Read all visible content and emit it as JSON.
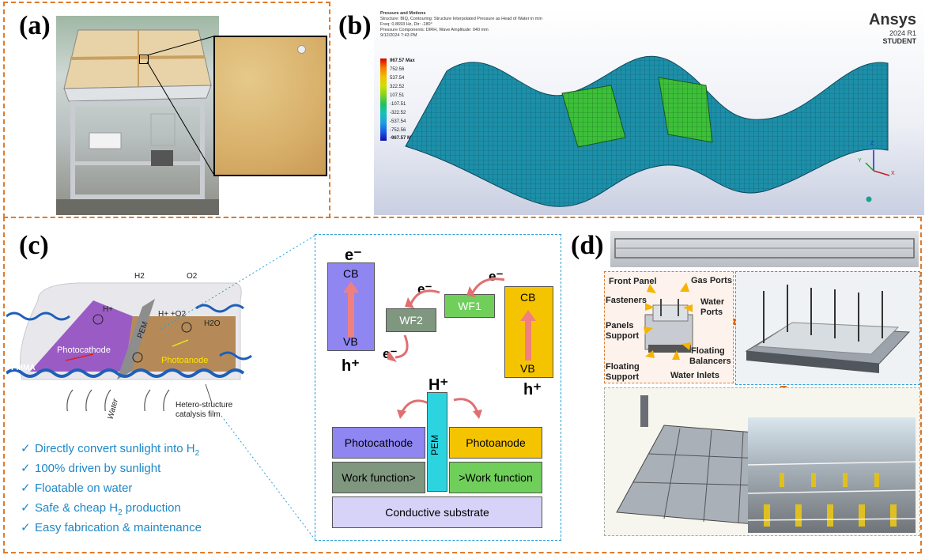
{
  "panel_labels": {
    "a": "(a)",
    "b": "(b)",
    "c": "(c)",
    "d": "(d)"
  },
  "panel_b": {
    "header_lines": [
      "Pressure and Motions",
      "Structure: BIQ, Contouring: Structure Interpolated Pressure as Head of Water in mm",
      "Freq: 0.8693 Hz, Dir: -180°",
      "Pressure Components: DIRH, Wave Amplitude: 040 mm",
      "9/12/2024 7:43 PM"
    ],
    "legend_values": [
      "967.57 Max",
      "752.56",
      "537.54",
      "322.52",
      "107.51",
      "-107.51",
      "-322.52",
      "-537.54",
      "-752.56",
      "-967.57 Min"
    ],
    "legend_colors": [
      "#d40000",
      "#f47b00",
      "#f0c000",
      "#cfe000",
      "#7ed321",
      "#20c060",
      "#18c0b8",
      "#1ea0e0",
      "#1a5ce0",
      "#1010b0"
    ],
    "brand": "Ansys",
    "version": "2024 R1",
    "edition": "STUDENT",
    "axes": {
      "z": "Z",
      "y": "Y",
      "x": "X"
    }
  },
  "panel_c_left": {
    "h2_label": "H2",
    "o2_label": "O2",
    "h_plus_left": "H+",
    "h_plus_right": "H+ +O2",
    "h2o": "H2O",
    "pem": "PEM",
    "photocathode": "Photocathode",
    "photoanode": "Photoanode",
    "pmma": "PMMA",
    "water": "Water",
    "film_line1": "Hetero-structure",
    "film_line2": "catalysis film",
    "bullets": [
      "Directly convert sunlight into H",
      "100% driven by sunlight",
      "Floatable on water",
      "Safe & cheap H",
      "Easy fabrication & maintenance"
    ],
    "bullet_subs": [
      "2",
      "",
      "",
      "2",
      ""
    ],
    "bullet_tails": [
      "",
      "",
      "",
      " production",
      ""
    ],
    "check": "✓"
  },
  "panel_c_right": {
    "e_minus": "e⁻",
    "h_plus": "h⁺",
    "cb": "CB",
    "vb": "VB",
    "wf1": "WF1",
    "wf2": "WF2",
    "h_plus_top": "H⁺",
    "pem": "PEM",
    "photocathode": "Photocathode",
    "photoanode": "Photoanode",
    "wf_left": "Work function>",
    "wf_right": ">Work function",
    "substrate": "Conductive substrate",
    "colors": {
      "left_band": "#8f86f2",
      "right_band": "#f5c400",
      "wf": "#7f977f",
      "wf1": "#6fcf5a",
      "pem": "#2cd4e0",
      "substrate": "#d6d2f8"
    }
  },
  "panel_d": {
    "labels": {
      "front_panel": "Front Panel",
      "gas_ports": "Gas Ports",
      "fasteners": "Fasteners",
      "water_ports_1": "Water",
      "water_ports_2": "Ports",
      "panels_support_1": "Panels",
      "panels_support_2": "Support",
      "floating_balancers_1": "Floating",
      "floating_balancers_2": "Balancers",
      "floating_support_1": "Floating",
      "floating_support_2": "Support",
      "water_inlets": "Water Inlets"
    }
  }
}
